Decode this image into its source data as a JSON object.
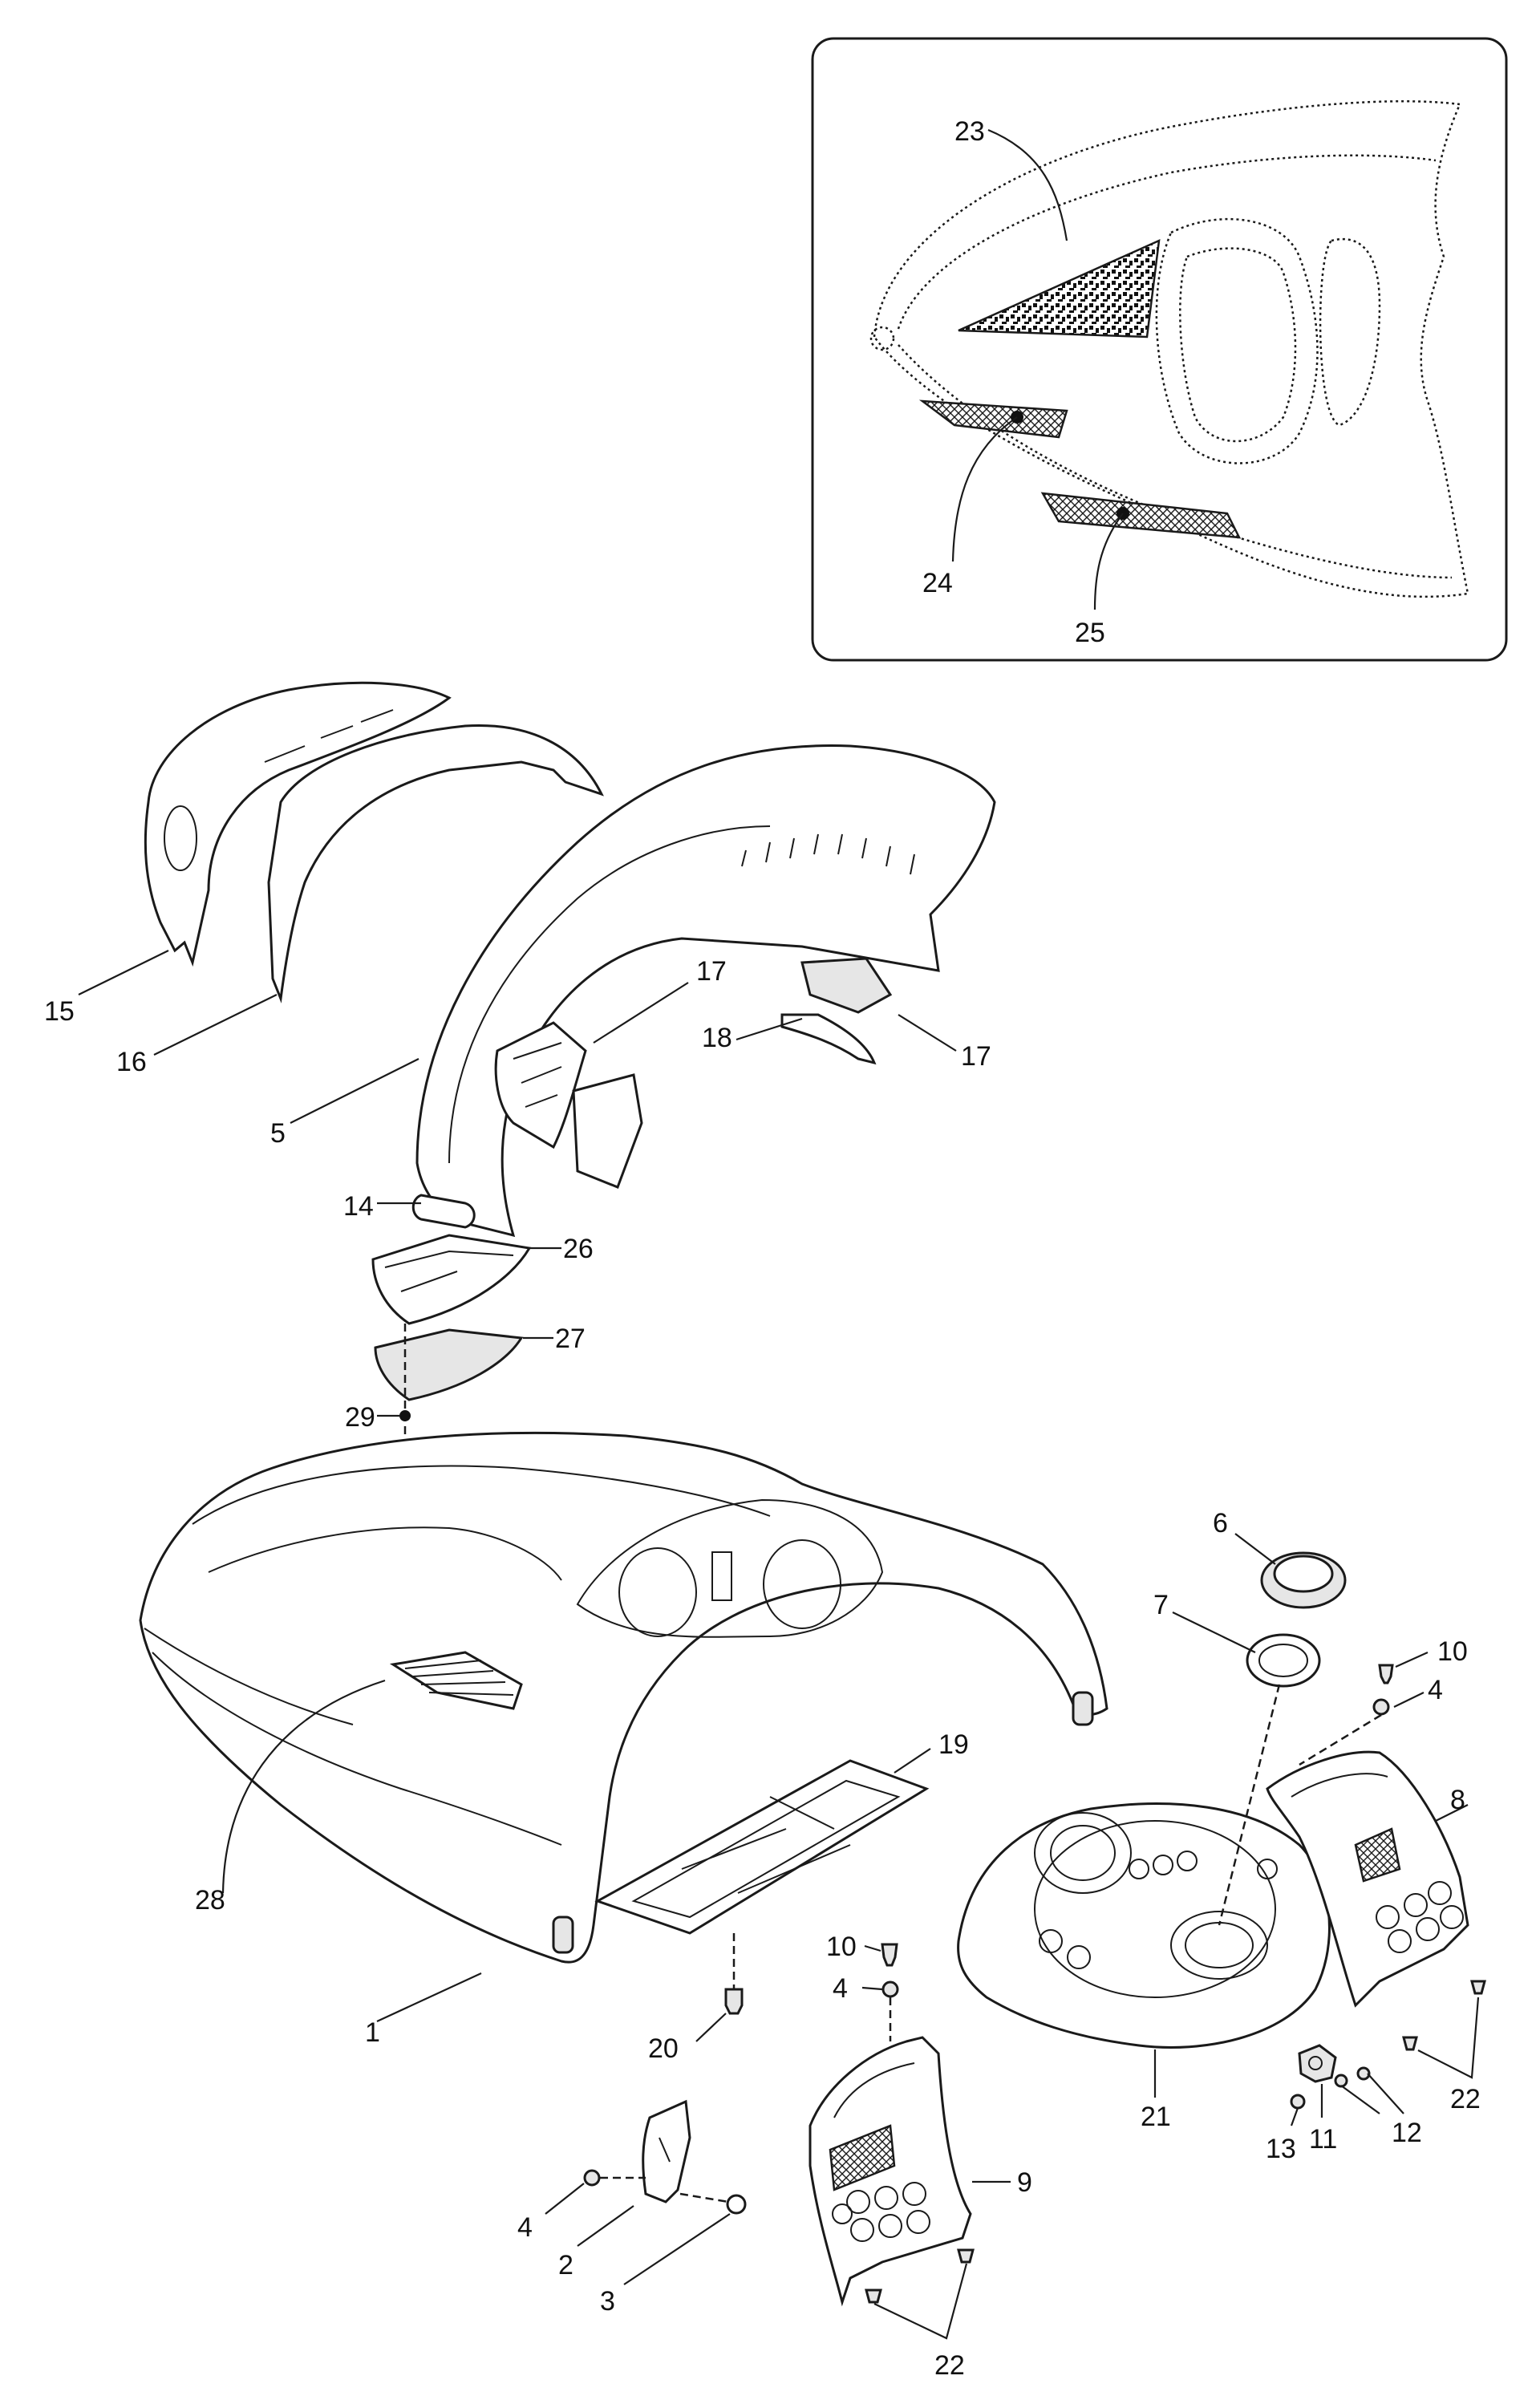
{
  "callouts": {
    "c1": "1",
    "c2": "2",
    "c3": "3",
    "c4a": "4",
    "c4b": "4",
    "c4c": "4",
    "c5": "5",
    "c6": "6",
    "c7": "7",
    "c8": "8",
    "c9": "9",
    "c10a": "10",
    "c10b": "10",
    "c11": "11",
    "c12": "12",
    "c13": "13",
    "c14": "14",
    "c15": "15",
    "c16": "16",
    "c17a": "17",
    "c17b": "17",
    "c18": "18",
    "c19": "19",
    "c20": "20",
    "c21": "21",
    "c22a": "22",
    "c22b": "22",
    "c23": "23",
    "c24": "24",
    "c25": "25",
    "c26": "26",
    "c27": "27",
    "c28": "28",
    "c29": "29"
  },
  "colors": {
    "line": "#1a1a1a",
    "fill": "#ffffff",
    "shade": "#e6e6e6"
  }
}
